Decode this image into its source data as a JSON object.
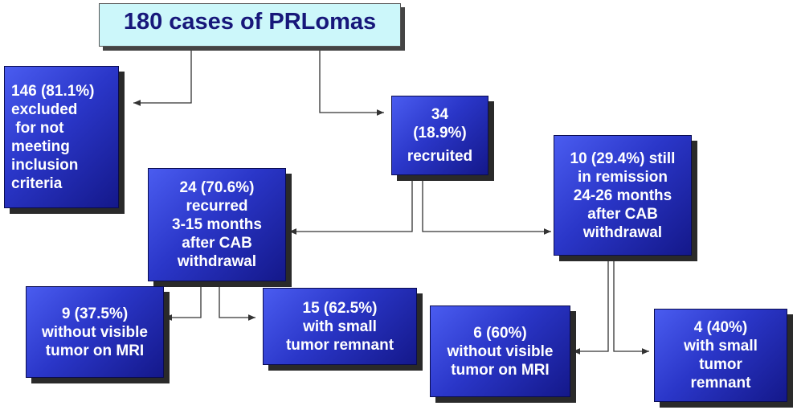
{
  "root": {
    "label": "180 cases of PRLomas"
  },
  "excluded": {
    "lines": [
      "146 (81.1%)",
      "excluded",
      " for not",
      "meeting",
      "inclusion",
      "criteria"
    ]
  },
  "recruited": {
    "lines": [
      "34",
      "(18.9%)",
      "recruited"
    ]
  },
  "recurred": {
    "lines": [
      "24 (70.6%)",
      "recurred",
      "3-15 months",
      "after CAB",
      "withdrawal"
    ]
  },
  "remission": {
    "lines": [
      "10 (29.4%) still",
      "in remission",
      "24-26 months",
      "after CAB",
      "withdrawal"
    ]
  },
  "recurred_no_tumor": {
    "lines": [
      "9 (37.5%)",
      "without visible",
      "tumor on MRI"
    ]
  },
  "recurred_remnant": {
    "lines": [
      "15 (62.5%)",
      "with small",
      "tumor remnant"
    ]
  },
  "remission_no_tumor": {
    "lines": [
      "6 (60%)",
      "without visible",
      "tumor on MRI"
    ]
  },
  "remission_remnant": {
    "lines": [
      "4 (40%)",
      "with small",
      "tumor",
      "remnant"
    ]
  },
  "colors": {
    "box_fill": "#2a36c8",
    "title_fill": "#ccf7fa",
    "title_text": "#17177a",
    "connector": "#333333"
  }
}
